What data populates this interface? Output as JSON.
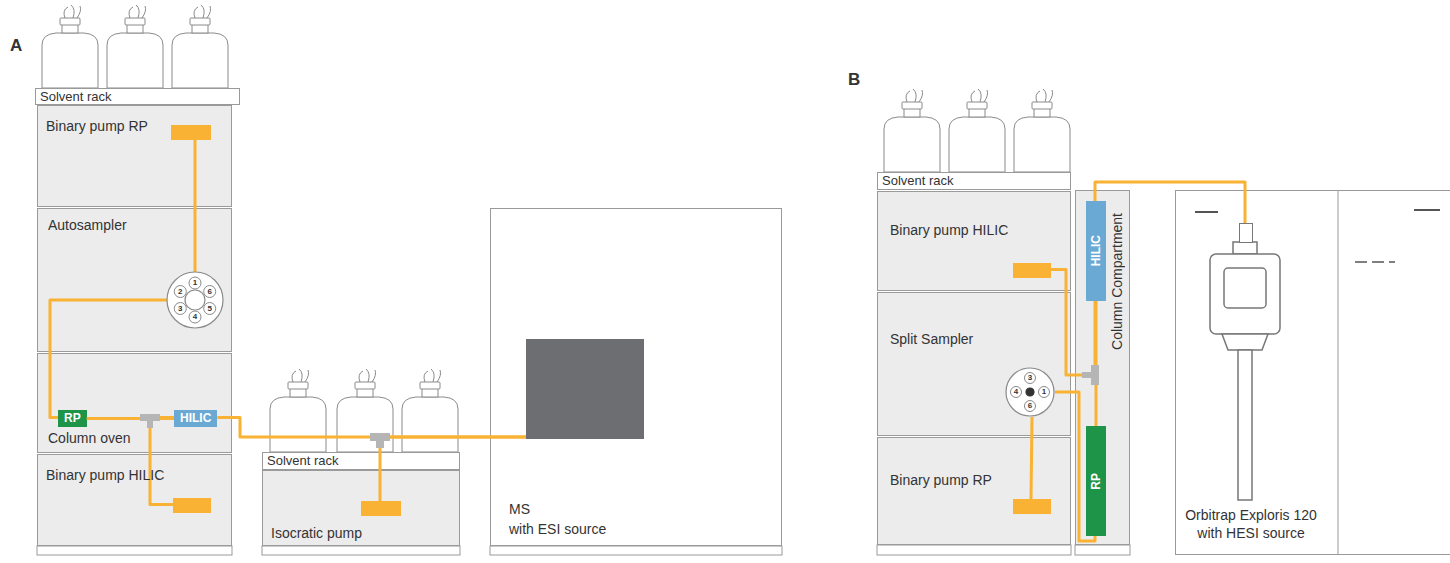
{
  "diagram": {
    "nodes": [
      {
        "text": [
          "Solvent rack"
        ]
      },
      {
        "text": [
          "Binary pump RP"
        ]
      },
      {
        "text": [
          "Autosampler"
        ]
      },
      {
        "text": [
          "Column oven"
        ]
      },
      {
        "text": [
          "RP"
        ],
        "in": 3
      },
      {
        "text": [
          "HILIC"
        ],
        "in": 3
      },
      {
        "text": [
          "Binary pump HILIC"
        ]
      },
      {
        "text": [
          "Solvent rack"
        ]
      },
      {
        "text": [
          "Isocratic pump"
        ]
      },
      {
        "text": [
          "MS",
          "with ESI source"
        ]
      },
      {
        "text": [
          "Solvent rack"
        ]
      },
      {
        "text": [
          "Binary pump HILIC"
        ]
      },
      {
        "text": [
          "Split Sampler"
        ]
      },
      {
        "text": [
          "Binary pump RP"
        ]
      },
      {
        "text": [
          "Column Compartment"
        ]
      },
      {
        "text": [
          "HILIC"
        ],
        "in": 14
      },
      {
        "text": [
          "RP"
        ],
        "in": 14
      },
      {
        "text": [
          "Orbitrap Exploris 120",
          "with HESI source"
        ]
      }
    ],
    "edges": [
      {
        "from": 1,
        "to": 2,
        "arrow": "none"
      },
      {
        "from": 2,
        "to": 4,
        "arrow": "none"
      },
      {
        "from": 4,
        "to": 5,
        "arrow": "none"
      },
      {
        "from": 6,
        "to": 5,
        "arrow": "none"
      },
      {
        "from": 5,
        "to": 9,
        "arrow": "none"
      },
      {
        "from": 8,
        "to": 9,
        "arrow": "none"
      },
      {
        "from": 13,
        "to": 12,
        "arrow": "none"
      },
      {
        "from": 12,
        "to": 16,
        "arrow": "none"
      },
      {
        "from": 16,
        "to": 15,
        "arrow": "none"
      },
      {
        "from": 11,
        "to": 15,
        "arrow": "none"
      },
      {
        "from": 15,
        "to": 17,
        "arrow": "none"
      }
    ],
    "labels": [
      "A",
      "1",
      "2",
      "3",
      "4",
      "5",
      "6",
      "B",
      "3",
      "4",
      "1",
      "6"
    ]
  }
}
